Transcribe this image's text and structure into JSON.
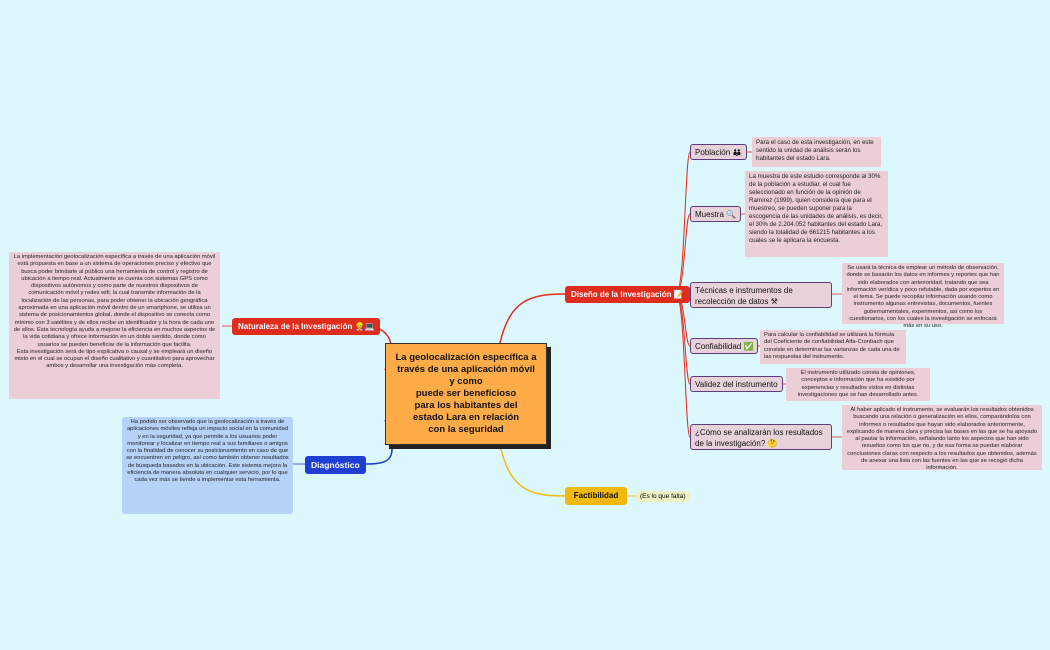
{
  "central": {
    "text": "La geolocalización específica a\ntravés de una aplicación móvil\ny como\npuede ser beneficioso\npara los habitantes del\nestado Lara en relación\ncon la seguridad"
  },
  "branches": {
    "naturaleza": {
      "label": "Naturaleza de la Investigación",
      "icon": "👷💻",
      "note": "La implementación geolocalización específica a través de una aplicación móvil está propuesta en base a un sistema de operaciones preciso y efectivo que busca poder brindarle al público una herramienta de control y registro de ubicación a tiempo real. Actualmente se cuenta con sistemas GPS como dispositivos autónomos y como parte de nuestros dispositivos de comunicación móvil y redes wifi, la cual transmite información de la localización de las personas, para poder obtener la ubicación geográfica aproximada en una aplicación móvil dentro de un smartphone, se utiliza un sistema de posicionamientos global, donde el dispositivo se conecta como mínimo con 3 satélites y de ellos recibe un identificador y la hora de cada uno de ellos. Esta tecnología ayuda a mejorar la eficiencia en muchos aspectos de la vida cotidiana y ofrece información en un doble sentido, donde como usuarios se pueden beneficiar de la información que facilita.\nEsta investigación será de tipo explicativa o causal y se empleará un diseño mixto en el cual se ocupan el diseño cualitativo y cuantitativo para aprovechar ambos y desarrollar una investigación más completa."
    },
    "diagnostico": {
      "label": "Diagnóstico",
      "note": "Ha podido ser observado que la geolocalización a través de aplicaciones móviles refleja un impacto social en la comunidad y en la seguridad, ya que permite a los usuarios poder monitorear y localizar en tiempo real a sus familiares o amigos con la finalidad de conocer su posicionamiento en caso de que se encuentren en peligro, así como también obtener resultados de búsqueda basados en la ubicación. Este sistema mejora la eficiencia de manera absoluta en cualquier servicio, por lo que cada vez más se tiende a implementar esta herramienta."
    },
    "diseno": {
      "label": "Diseño de la Investigación",
      "icon": "📝",
      "children": [
        {
          "label": "Población",
          "icon": "👪",
          "note": "Para el caso de esta investigación, en este sentido la unidad de análisis serán los habitantes del estado Lara."
        },
        {
          "label": "Muestra",
          "icon": "🔍",
          "note": "La muestra de este estudio corresponde al 30% de la población a estudiar, el cual fue seleccionado en función de la opinión de Ramírez (1999), quien considera que para el muestreo, se pueden suponer para la escogencia de las unidades de análisis, es decir, el 30% de 2.204.052 habitantes del estado Lara, siendo la totalidad de 661215 habitantes a los cuales se le aplicara la encuesta."
        },
        {
          "label": "Técnicas e instrumentos de recolección de datos",
          "icon": "⚒",
          "note": "Se usará la técnica de emplear un método de observación, donde se basarán los datos en informes y reportes que han sido elaborados con anterioridad, tratando que sea información verídica y poco refutable, dada por expertos en el tema. Se puede recopilar información usando como instrumento algunas entrevistas, documentos, fuentes gubernamentales, experimentos, así como los cuestionarios, con los cuales la investigación se enfocará más en su uso."
        },
        {
          "label": "Confiabilidad",
          "icon": "✅",
          "note": "Para calcular la confiabilidad se utilizará la fórmula del Coeficiente de confiabilidad Alfa-Cronbach que consiste en determinar las varianzas de cada una de las respuestas del instrumento."
        },
        {
          "label": "Validez del instrumento",
          "icon": "",
          "note": "El instrumento utilizado consta de opiniones, conceptos e información que ha existido por experiencias y resultados vistos en distintas investigaciones que se han desarrollado antes."
        },
        {
          "label": "¿Cómo se analizarán los resultados de la investigación?",
          "icon": "🤔",
          "note": "Al haber aplicado el instrumento, se evaluarán los resultados obtenidos buscando una relación o generalización en ellos, comparándolos con informes o resultados que hayan sido elaborados anteriormente, explicando de manera clara y precisa las bases en las que se ha apoyado al pautar la información, señalando tanto los aspectos que han sido resueltos como los que no, y de esa forma se puedan elaborar conclusiones claras con respecto a los resultados que obtenidos, además de anexar una lista con las fuentes en las que se recogió dicha información."
        }
      ]
    },
    "factibilidad": {
      "label": "Factibilidad",
      "note": "(Es lo que falta)"
    }
  },
  "colors": {
    "background": "#dcf8fc",
    "central": "#ffac48",
    "red_branch": "#e02c1c",
    "blue_branch": "#1e3fd1",
    "yellow_branch": "#f1b90d",
    "sub_node": "#e8d2da",
    "note_pink": "#eccfd6",
    "note_blue": "#b6d2f9"
  }
}
